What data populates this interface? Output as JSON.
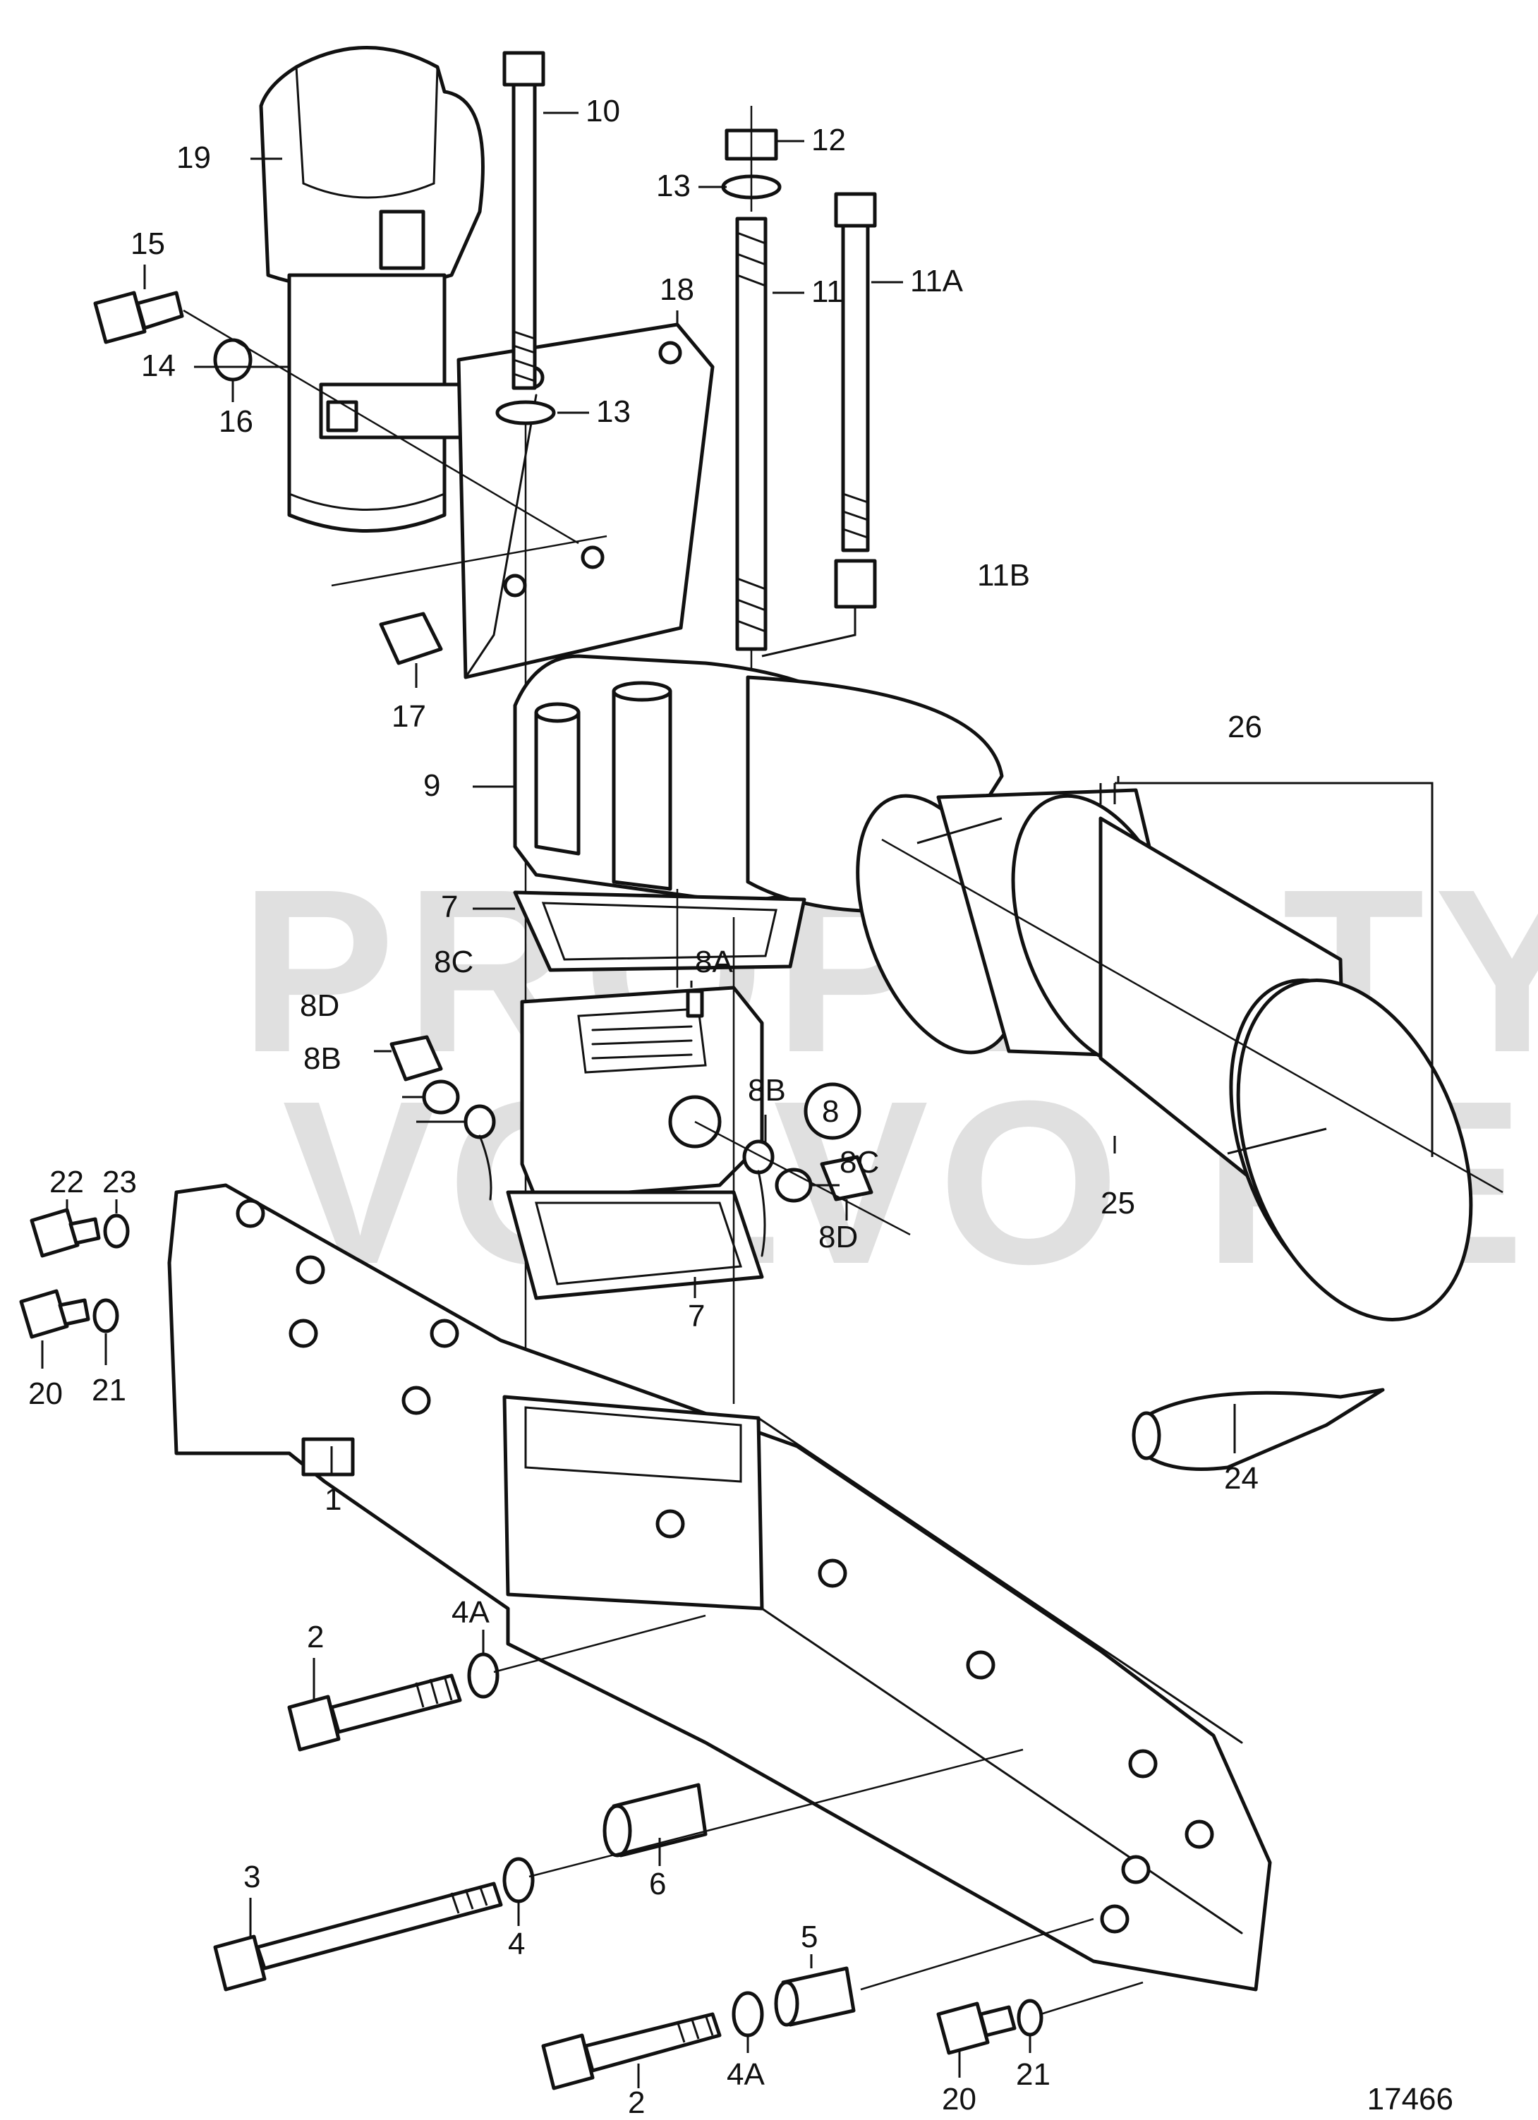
{
  "watermark": {
    "line1": "PROPERTY OF",
    "line2": "VOLVO PENTA"
  },
  "drawing_number": "17466",
  "callouts": {
    "c1": "1",
    "c2a": "2",
    "c2b": "2",
    "c3": "3",
    "c4": "4",
    "c4a_a": "4A",
    "c4a_b": "4A",
    "c5": "5",
    "c6": "6",
    "c7a": "7",
    "c7b": "7",
    "c8": "8",
    "c8a": "8A",
    "c8b_l": "8B",
    "c8b_r": "8B",
    "c8c_l": "8C",
    "c8c_r": "8C",
    "c8d_l": "8D",
    "c8d_r": "8D",
    "c9": "9",
    "c10": "10",
    "c11": "11",
    "c11a": "11A",
    "c11b": "11B",
    "c12": "12",
    "c13a": "13",
    "c13b": "13",
    "c14": "14",
    "c15": "15",
    "c16": "16",
    "c17": "17",
    "c18": "18",
    "c19": "19",
    "c20a": "20",
    "c20b": "20",
    "c21a": "21",
    "c21b": "21",
    "c22": "22",
    "c23": "23",
    "c24": "24",
    "c25": "25",
    "c26": "26"
  }
}
